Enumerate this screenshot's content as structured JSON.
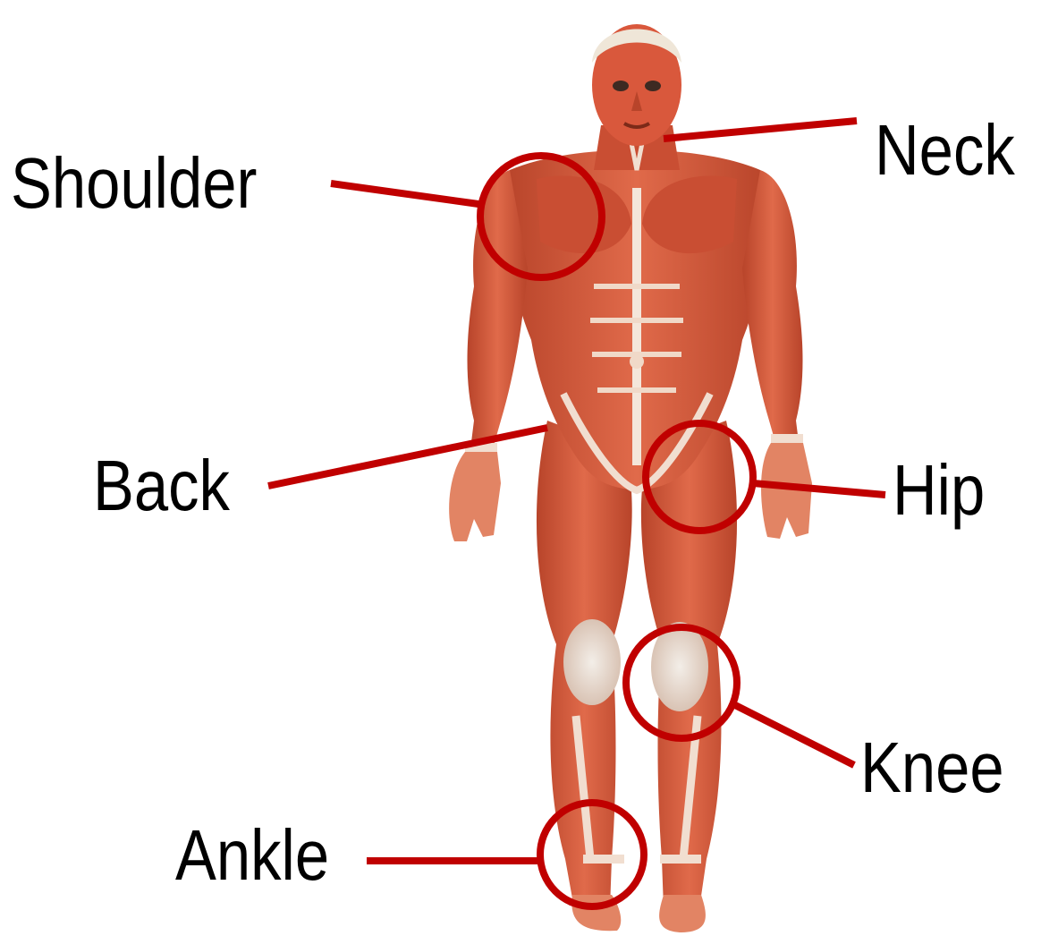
{
  "labels": {
    "shoulder": "Shoulder",
    "neck": "Neck",
    "back": "Back",
    "hip": "Hip",
    "knee": "Knee",
    "ankle": "Ankle"
  },
  "colors": {
    "callout": "#c00000",
    "muscle": "#d9583c",
    "muscle_dark": "#a8391f",
    "tendon": "#f1ded0",
    "skull": "#efe6d8"
  }
}
